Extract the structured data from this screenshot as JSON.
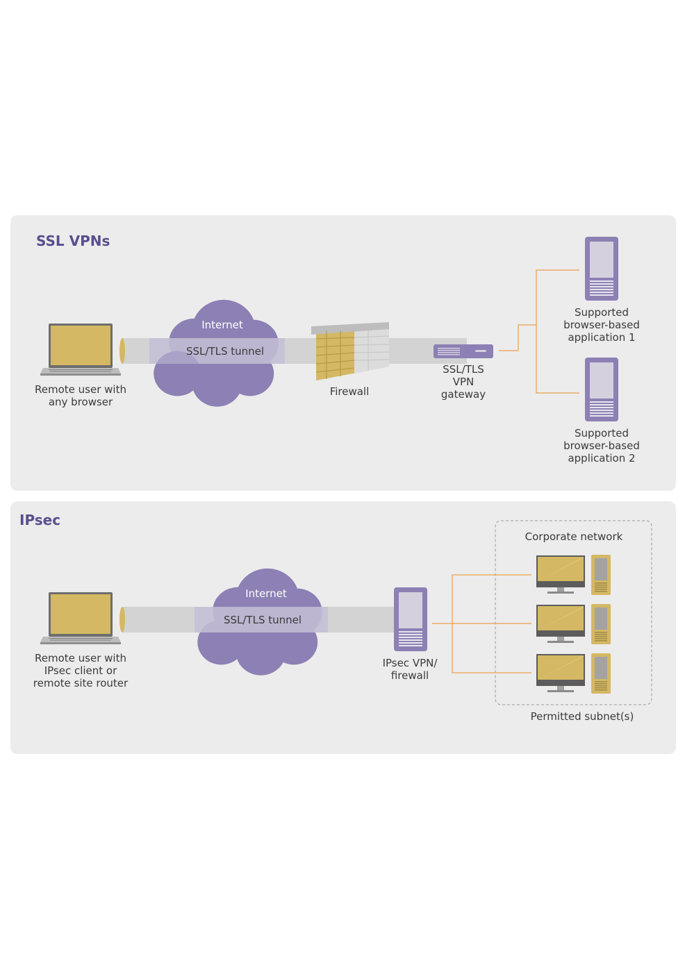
{
  "colors": {
    "panel_bg": "#ececec",
    "accent_purple": "#8c80b4",
    "title_purple": "#5a4e8e",
    "gold": "#d4b863",
    "tunnel": "#d3d3d3",
    "connector": "#e8a050"
  },
  "ssl": {
    "title": "SSL VPNs",
    "cloud_label": "Internet",
    "tunnel_label": "SSL/TLS tunnel",
    "laptop_label": [
      "Remote user with",
      "any browser"
    ],
    "firewall_label": "Firewall",
    "gateway_label": [
      "SSL/TLS",
      "VPN",
      "gateway"
    ],
    "app1_label": [
      "Supported",
      "browser-based",
      "application 1"
    ],
    "app2_label": [
      "Supported",
      "browser-based",
      "application 2"
    ]
  },
  "ipsec": {
    "title": "IPsec",
    "cloud_label": "Internet",
    "tunnel_label": "SSL/TLS tunnel",
    "laptop_label": [
      "Remote user with",
      "IPsec client or",
      "remote site router"
    ],
    "vpn_label": [
      "IPsec VPN/",
      "firewall"
    ],
    "corp_label": "Corporate network",
    "subnet_label": "Permitted subnet(s)"
  },
  "icons": {
    "laptop": "laptop-icon",
    "cloud": "cloud-icon",
    "firewall": "brick-wall-icon",
    "gateway": "rack-server-icon",
    "server": "tower-server-icon",
    "workstation": "desktop-computer-icon"
  }
}
